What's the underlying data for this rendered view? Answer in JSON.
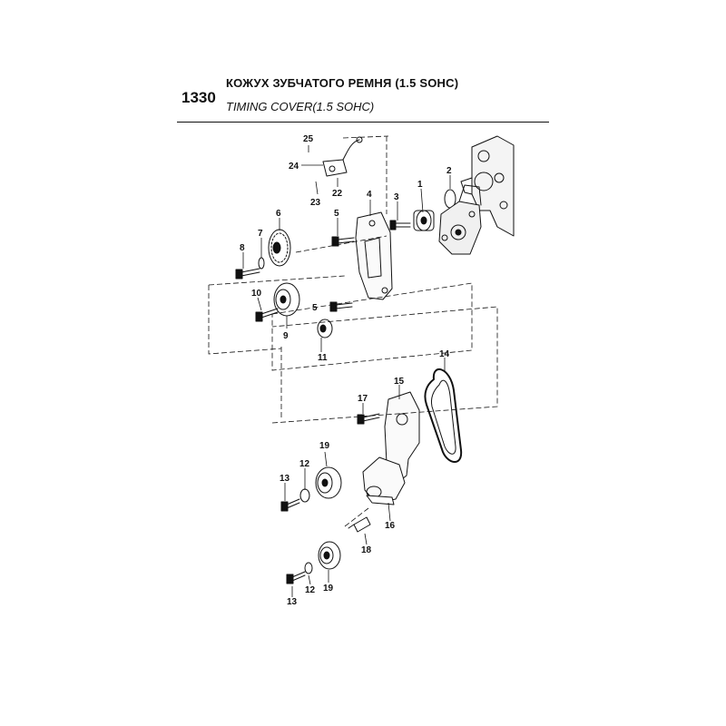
{
  "header": {
    "section_code": "1330",
    "title_ru": "КОЖУХ ЗУБЧАТОГО РЕМНЯ (1.5 SOHC)",
    "title_en": "TIMING COVER(1.5 SOHC)"
  },
  "callouts": [
    "1",
    "2",
    "3",
    "4",
    "5",
    "5",
    "6",
    "7",
    "8",
    "9",
    "10",
    "11",
    "12",
    "12",
    "13",
    "13",
    "14",
    "15",
    "16",
    "17",
    "18",
    "19",
    "19",
    "22",
    "23",
    "24",
    "25"
  ],
  "icons": {
    "bolt": "bolt-icon",
    "gear": "gear-icon",
    "pulley": "pulley-icon",
    "washer": "washer-icon",
    "belt": "belt-icon",
    "cover": "cover-icon",
    "sensor": "sensor-icon",
    "tensioner": "tensioner-icon",
    "pump": "pump-icon",
    "engine": "engine-block-icon"
  }
}
